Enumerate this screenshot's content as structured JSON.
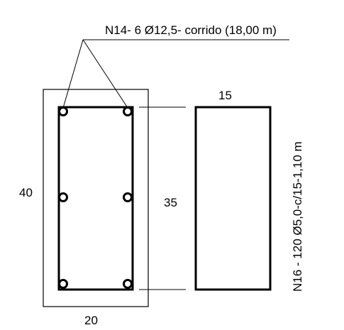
{
  "colors": {
    "line": "#000000",
    "background": "#ffffff"
  },
  "labels": {
    "longitudinal_rebar": "N14- 6 Ø12,5- corrido (18,00 m)",
    "section_width": "20",
    "section_height": "40",
    "stirrup_width": "15",
    "stirrup_height": "35",
    "stirrup_spec": "N16 - 120 Ø5,0-c/15-1,10 m"
  },
  "rebar": {
    "count": 6
  }
}
